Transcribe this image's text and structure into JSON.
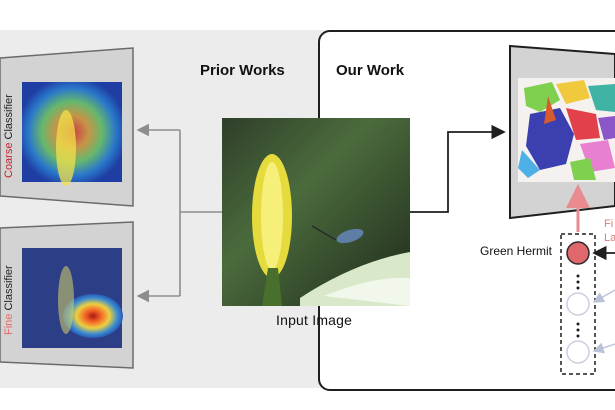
{
  "headings": {
    "prior_works": "Prior Works",
    "our_work": "Our Work"
  },
  "input": {
    "caption": "Input  Image"
  },
  "classifiers": {
    "coarse": {
      "prefix": "Coarse",
      "suffix": " Classifier"
    },
    "fine": {
      "prefix": "Fine",
      "suffix": " Classifier"
    }
  },
  "nodes": {
    "active_label": "Green Hermit"
  },
  "side_label": {
    "line1": "Fi",
    "line2": "La"
  },
  "colors": {
    "prior_background": "#ececec",
    "coarse_text": "#c3262f",
    "fine_text": "#e86a6a",
    "active_node": "#e0676b",
    "inactive_node": "#c9cfde",
    "upward_arrow": "#e98b8f"
  }
}
